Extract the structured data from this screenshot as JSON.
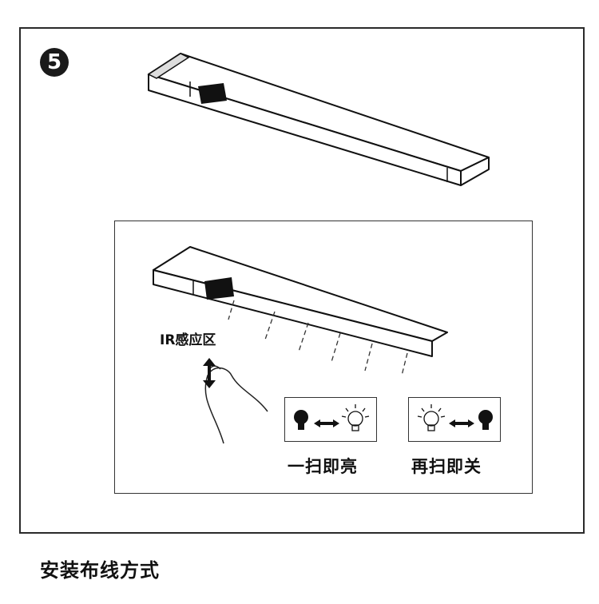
{
  "step": {
    "number": "5"
  },
  "sensor_label": "IR感应区",
  "mode_on": {
    "caption": "一扫即亮"
  },
  "mode_off": {
    "caption": "再扫即关"
  },
  "footer": {
    "title": "安装布线方式"
  },
  "icons": {
    "step_badge": "circled-number-5",
    "fixture_top": "led-light-bar",
    "fixture_inner": "led-light-bar-with-ir-sensor",
    "hand": "hand-wave-gesture-icon",
    "box1": [
      "bulb-off-icon",
      "double-arrow-icon",
      "bulb-on-icon"
    ],
    "box2": [
      "bulb-on-icon",
      "double-arrow-icon",
      "bulb-off-icon"
    ]
  }
}
